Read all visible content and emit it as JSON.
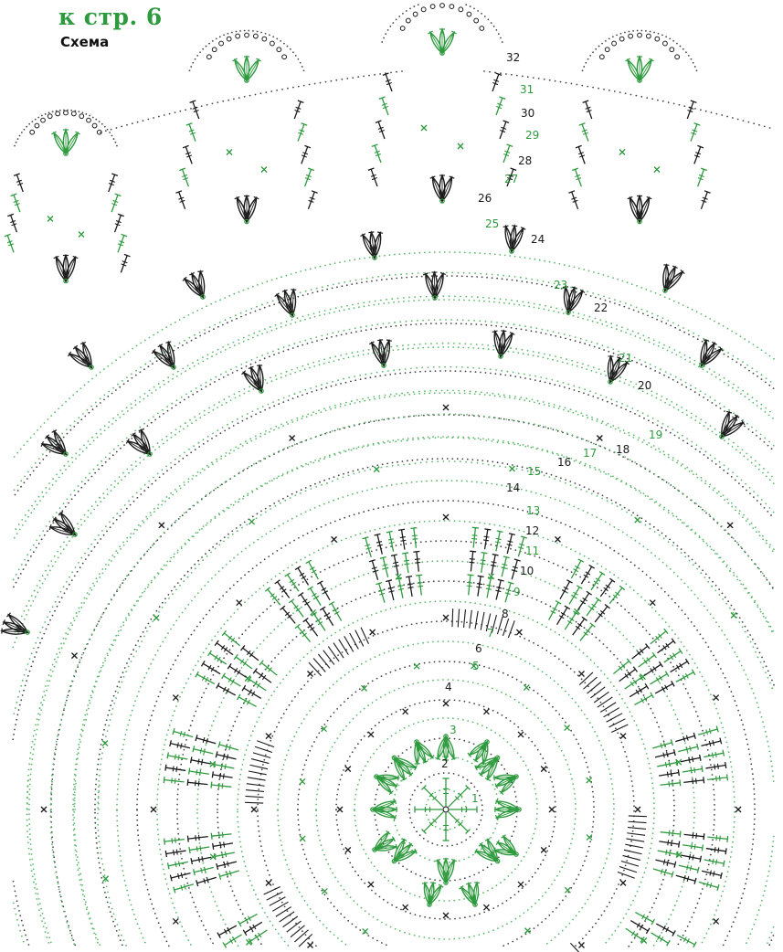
{
  "header": {
    "page_ref": "к стр. 6",
    "subtitle": "Схема"
  },
  "colors": {
    "green": "#2e9a3e",
    "black": "#1a1a1a",
    "dot_green": "#5cb86a",
    "dot_black": "#444444"
  },
  "symbols": [
    "chain-dot",
    "single-crochet-cross",
    "double-crochet-stitch",
    "leaf-cluster",
    "picot-loop",
    "ring-center"
  ],
  "rows": [
    {
      "n": "1",
      "color": "green"
    },
    {
      "n": "2",
      "color": "black"
    },
    {
      "n": "3",
      "color": "green"
    },
    {
      "n": "4",
      "color": "black"
    },
    {
      "n": "5",
      "color": "green"
    },
    {
      "n": "6",
      "color": "black"
    },
    {
      "n": "7",
      "color": "green"
    },
    {
      "n": "8",
      "color": "black"
    },
    {
      "n": "9",
      "color": "green"
    },
    {
      "n": "10",
      "color": "black"
    },
    {
      "n": "11",
      "color": "green"
    },
    {
      "n": "12",
      "color": "black"
    },
    {
      "n": "13",
      "color": "green"
    },
    {
      "n": "14",
      "color": "black"
    },
    {
      "n": "15",
      "color": "green"
    },
    {
      "n": "16",
      "color": "black"
    },
    {
      "n": "17",
      "color": "green"
    },
    {
      "n": "18",
      "color": "black"
    },
    {
      "n": "19",
      "color": "green"
    },
    {
      "n": "20",
      "color": "black"
    },
    {
      "n": "21",
      "color": "green"
    },
    {
      "n": "22",
      "color": "black"
    },
    {
      "n": "23",
      "color": "green"
    },
    {
      "n": "24",
      "color": "black"
    },
    {
      "n": "25",
      "color": "green"
    },
    {
      "n": "26",
      "color": "black"
    },
    {
      "n": "27",
      "color": "green"
    },
    {
      "n": "28",
      "color": "black"
    },
    {
      "n": "29",
      "color": "green"
    },
    {
      "n": "30",
      "color": "black"
    },
    {
      "n": "31",
      "color": "green"
    },
    {
      "n": "32",
      "color": "black"
    }
  ]
}
